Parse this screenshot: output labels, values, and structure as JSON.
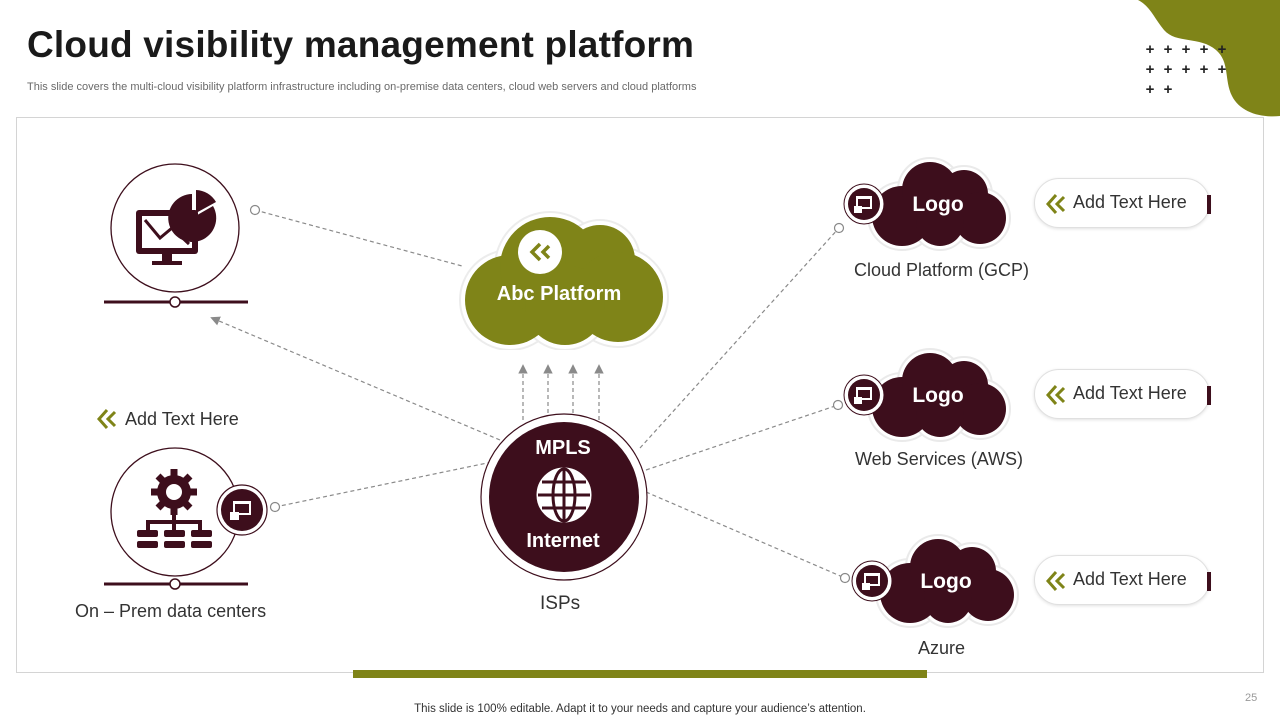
{
  "header": {
    "title": "Cloud visibility management platform",
    "subtitle": "This slide covers the multi-cloud visibility platform infrastructure including on-premise data centers, cloud web servers and cloud platforms"
  },
  "center": {
    "platform_label": "Abc Platform",
    "hub_top": "MPLS",
    "hub_bottom": "Internet",
    "hub_caption": "ISPs"
  },
  "left": {
    "add_text": "Add Text Here",
    "onprem_caption": "On – Prem data centers"
  },
  "clouds": [
    {
      "logo": "Logo",
      "caption": "Cloud Platform (GCP)",
      "note": "Add Text Here"
    },
    {
      "logo": "Logo",
      "caption": "Web Services (AWS)",
      "note": "Add Text Here"
    },
    {
      "logo": "Logo",
      "caption": "Azure",
      "note": "Add Text Here"
    }
  ],
  "footer": {
    "text": "This slide is 100% editable. Adapt it to your needs and capture your audience’s attention.",
    "page": "25"
  },
  "colors": {
    "olive": "#7f8418",
    "maroon": "#3d0e1c",
    "connector": "#8a8a8a"
  },
  "icons": [
    "monitor-chart-icon",
    "gear-network-icon",
    "security-lock-icon",
    "globe-icon",
    "chevron-left-icon"
  ]
}
